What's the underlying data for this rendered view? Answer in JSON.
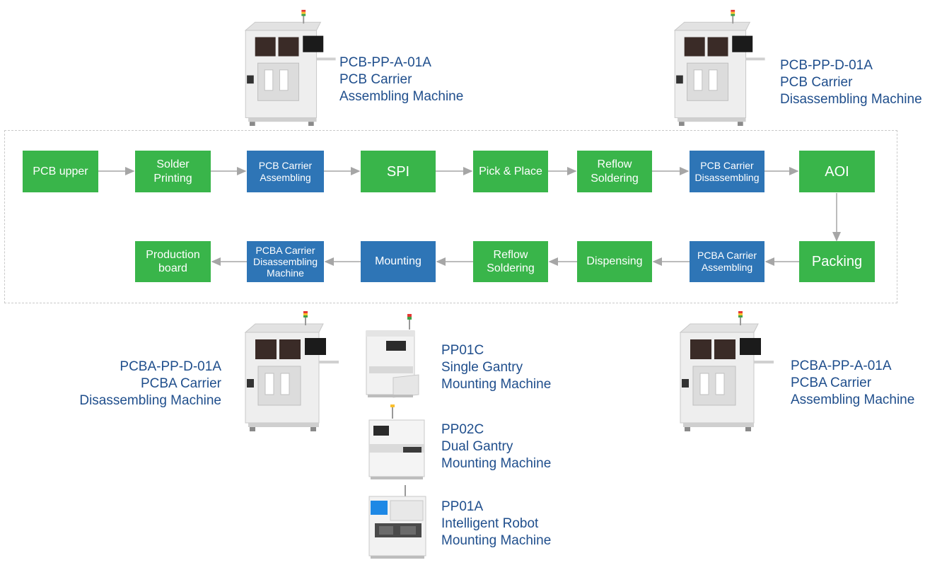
{
  "process_top": [
    {
      "label": "PCB upper",
      "kind": "green"
    },
    {
      "label": "Solder\nPrinting",
      "kind": "green"
    },
    {
      "label": "PCB Carrier\nAssembling",
      "kind": "blue"
    },
    {
      "label": "SPI",
      "kind": "green"
    },
    {
      "label": "Pick & Place",
      "kind": "green"
    },
    {
      "label": "Reflow\nSoldering",
      "kind": "green"
    },
    {
      "label": "PCB Carrier\nDisassembling",
      "kind": "blue"
    },
    {
      "label": "AOI",
      "kind": "green"
    }
  ],
  "process_bottom": [
    {
      "label": "Production\nboard",
      "kind": "green"
    },
    {
      "label": "PCBA Carrier\nDisassembling\nMachine",
      "kind": "blue"
    },
    {
      "label": "Mounting",
      "kind": "blue"
    },
    {
      "label": "Reflow\nSoldering",
      "kind": "green"
    },
    {
      "label": "Dispensing",
      "kind": "green"
    },
    {
      "label": "PCBA Carrier\nAssembling",
      "kind": "blue"
    },
    {
      "label": "Packing",
      "kind": "green"
    }
  ],
  "machines": {
    "pcb_pp_a": {
      "model": "PCB-PP-A-01A",
      "line1": "PCB Carrier",
      "line2": "Assembling Machine"
    },
    "pcb_pp_d": {
      "model": "PCB-PP-D-01A",
      "line1": "PCB Carrier",
      "line2": "Disassembling Machine"
    },
    "pcba_pp_d": {
      "model": "PCBA-PP-D-01A",
      "line1": "PCBA Carrier",
      "line2": "Disassembling Machine"
    },
    "pcba_pp_a": {
      "model": "PCBA-PP-A-01A",
      "line1": "PCBA Carrier",
      "line2": "Assembling Machine"
    },
    "pp01c": {
      "model": "PP01C",
      "line1": "Single Gantry",
      "line2": "Mounting Machine"
    },
    "pp02c": {
      "model": "PP02C",
      "line1": "Dual Gantry",
      "line2": "Mounting Machine"
    },
    "pp01a": {
      "model": "PP01A",
      "line1": "Intelligent Robot",
      "line2": "Mounting Machine"
    }
  },
  "colors": {
    "green": "#39b54a",
    "blue": "#2e75b6",
    "caption": "#1f4e8c",
    "arrow": "#a6a6a6"
  }
}
